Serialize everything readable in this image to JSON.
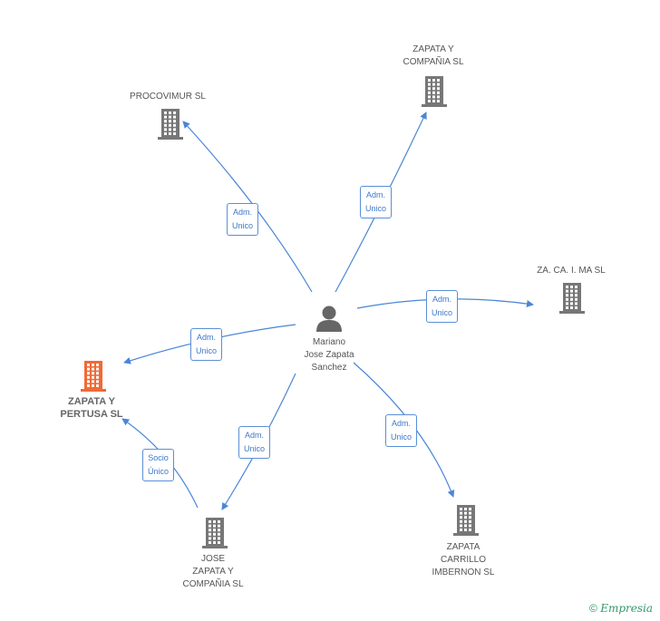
{
  "center": {
    "name": "Mariano Jose Zapata Sanchez",
    "lines": [
      "Mariano",
      "Jose Zapata",
      "Sanchez"
    ]
  },
  "companies": [
    {
      "id": "procovimur",
      "lines": [
        "PROCOVIMUR SL"
      ]
    },
    {
      "id": "zapata-compania",
      "lines": [
        "ZAPATA Y",
        "COMPAÑIA SL"
      ]
    },
    {
      "id": "zacaima",
      "lines": [
        "ZA.  CA. I. MA SL"
      ]
    },
    {
      "id": "zapata-pertusa",
      "lines": [
        "ZAPATA Y",
        "PERTUSA SL"
      ],
      "highlight": true
    },
    {
      "id": "jose-zapata-compania",
      "lines": [
        "JOSE",
        "ZAPATA Y",
        "COMPAÑIA SL"
      ]
    },
    {
      "id": "zapata-carrillo",
      "lines": [
        "ZAPATA",
        "CARRILLO",
        "IMBERNON SL"
      ]
    }
  ],
  "edges": [
    {
      "from": "center",
      "to": "procovimur",
      "lines": [
        "Adm.",
        "Unico"
      ]
    },
    {
      "from": "center",
      "to": "zapata-compania",
      "lines": [
        "Adm.",
        "Unico"
      ]
    },
    {
      "from": "center",
      "to": "zacaima",
      "lines": [
        "Adm.",
        "Unico"
      ]
    },
    {
      "from": "center",
      "to": "zapata-pertusa",
      "lines": [
        "Adm.",
        "Unico"
      ]
    },
    {
      "from": "center",
      "to": "jose-zapata-compania",
      "lines": [
        "Adm.",
        "Unico"
      ]
    },
    {
      "from": "center",
      "to": "zapata-carrillo",
      "lines": [
        "Adm.",
        "Unico"
      ]
    },
    {
      "from": "jose-zapata-compania",
      "to": "zapata-pertusa",
      "lines": [
        "Socio",
        "Único"
      ]
    }
  ],
  "colors": {
    "edge": "#4a86d8",
    "building": "#777777",
    "highlight": "#f06a35",
    "person": "#666666"
  },
  "footer": {
    "copyright": "©",
    "brand": "Empresia"
  }
}
